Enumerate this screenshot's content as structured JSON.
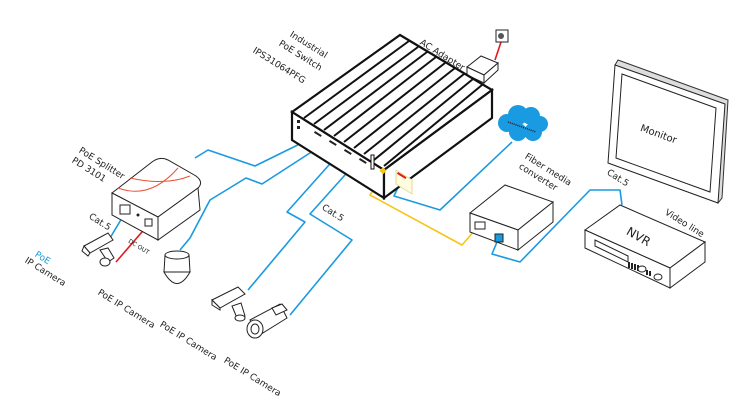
{
  "colors": {
    "ethernet_cable": "#1a9ae0",
    "fiber_cable": "#f5c518",
    "power_cable": "#e01b1b",
    "cloud": "#1a9ae0",
    "outline": "#111111"
  },
  "labels": {
    "switch_line1": "Industrial",
    "switch_line2": "PoE Switch",
    "switch_model": "IPS31064PFG",
    "ac_adapter": "AC Adapter",
    "splitter_line1": "PoE Splitter",
    "splitter_line2": "PD 3101",
    "splitter_cat5": "Cat.5",
    "dc_out": "DC OUT",
    "poe_label": "PoE",
    "ip_camera": "IP Camera",
    "camera_1": "PoE IP Camera",
    "camera_2": "PoE IP Camera",
    "camera_3": "PoE IP Camera",
    "cat5_center": "Cat.5",
    "fiber_line1": "Fiber media",
    "fiber_line2": "converter",
    "cat5_nvr": "Cat.5",
    "monitor": "Monitor",
    "video_line": "Video line",
    "nvr": "NVR"
  },
  "devices": [
    {
      "id": "poe-switch",
      "name": "Industrial PoE Switch",
      "icon": "switch-icon"
    },
    {
      "id": "ac-adapter",
      "name": "AC Adapter",
      "icon": "power-adapter-icon"
    },
    {
      "id": "wall-outlet",
      "name": "Wall outlet",
      "icon": "outlet-icon"
    },
    {
      "id": "cloud",
      "name": "Internet",
      "icon": "cloud-icon"
    },
    {
      "id": "poe-splitter",
      "name": "PoE Splitter PD 3101",
      "icon": "splitter-icon"
    },
    {
      "id": "fiber-converter",
      "name": "Fiber media converter",
      "icon": "media-converter-icon"
    },
    {
      "id": "monitor",
      "name": "Monitor",
      "icon": "monitor-icon"
    },
    {
      "id": "nvr",
      "name": "NVR",
      "icon": "nvr-icon"
    },
    {
      "id": "ip-camera-splitter",
      "name": "PoE IP Camera (via splitter)",
      "icon": "bullet-camera-icon"
    },
    {
      "id": "dome-camera",
      "name": "PoE IP Camera",
      "icon": "dome-camera-icon"
    },
    {
      "id": "box-camera",
      "name": "PoE IP Camera",
      "icon": "box-camera-icon"
    },
    {
      "id": "bullet-camera",
      "name": "PoE IP Camera",
      "icon": "bullet-camera-icon"
    }
  ]
}
